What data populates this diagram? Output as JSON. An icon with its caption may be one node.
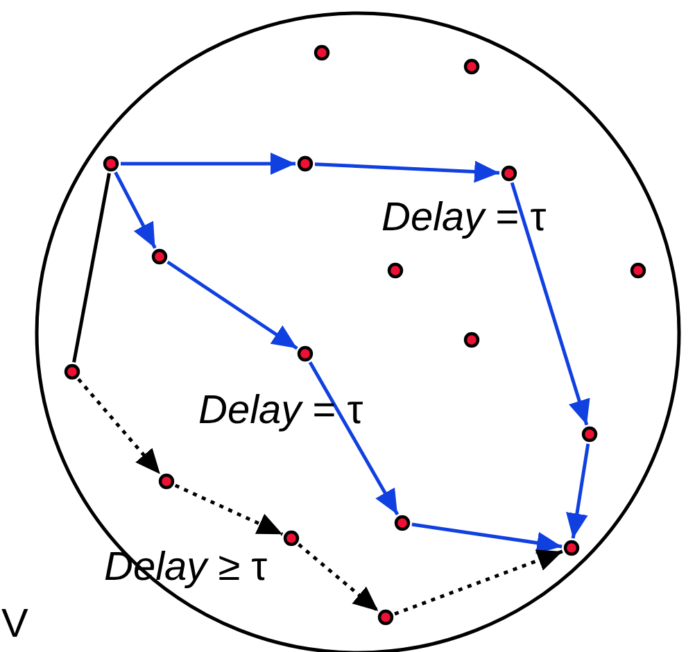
{
  "diagram": {
    "nodes": [
      {
        "text": [],
        "shape": "circle"
      },
      {
        "text": [],
        "shape": "circle",
        "in": 0
      },
      {
        "text": [],
        "shape": "circle",
        "in": 0
      },
      {
        "text": [],
        "shape": "circle",
        "in": 0
      },
      {
        "text": [],
        "shape": "circle",
        "in": 0
      },
      {
        "text": [],
        "shape": "circle",
        "in": 0
      },
      {
        "text": [],
        "shape": "circle",
        "in": 0
      },
      {
        "text": [],
        "shape": "circle",
        "in": 0
      },
      {
        "text": [],
        "shape": "circle",
        "in": 0
      },
      {
        "text": [],
        "shape": "circle",
        "in": 0
      },
      {
        "text": [],
        "shape": "circle",
        "in": 0
      },
      {
        "text": [],
        "shape": "circle",
        "in": 0
      },
      {
        "text": [],
        "shape": "circle",
        "in": 0
      },
      {
        "text": [],
        "shape": "circle",
        "in": 0
      },
      {
        "text": [],
        "shape": "circle",
        "in": 0
      },
      {
        "text": [],
        "shape": "circle",
        "in": 0
      },
      {
        "text": [],
        "shape": "circle",
        "in": 0
      },
      {
        "text": [],
        "shape": "circle",
        "in": 0
      }
    ],
    "edges": [
      {
        "from": 3,
        "to": 4,
        "arrow": "to"
      },
      {
        "from": 4,
        "to": 5,
        "arrow": "to"
      },
      {
        "from": 5,
        "to": 12,
        "arrow": "to"
      },
      {
        "from": 12,
        "to": 16,
        "arrow": "to"
      },
      {
        "from": 3,
        "to": 6,
        "arrow": "to"
      },
      {
        "from": 6,
        "to": 10,
        "arrow": "to"
      },
      {
        "from": 10,
        "to": 14,
        "arrow": "to"
      },
      {
        "from": 14,
        "to": 16,
        "arrow": "to"
      },
      {
        "from": 3,
        "to": 11,
        "arrow": "none",
        "color": "#000000"
      },
      {
        "from": 11,
        "to": 13,
        "arrow": "to",
        "style": "dashed",
        "color": "#000000"
      },
      {
        "from": 13,
        "to": 15,
        "arrow": "to",
        "style": "dashed",
        "color": "#000000"
      },
      {
        "from": 15,
        "to": 17,
        "arrow": "to",
        "style": "dashed",
        "color": "#000000"
      },
      {
        "from": 17,
        "to": 16,
        "arrow": "to",
        "style": "dashed",
        "color": "#000000"
      }
    ],
    "labels": [
      "*Delay* = τ",
      "*Delay* = τ",
      "*Delay* ≥ τ",
      "V"
    ]
  }
}
